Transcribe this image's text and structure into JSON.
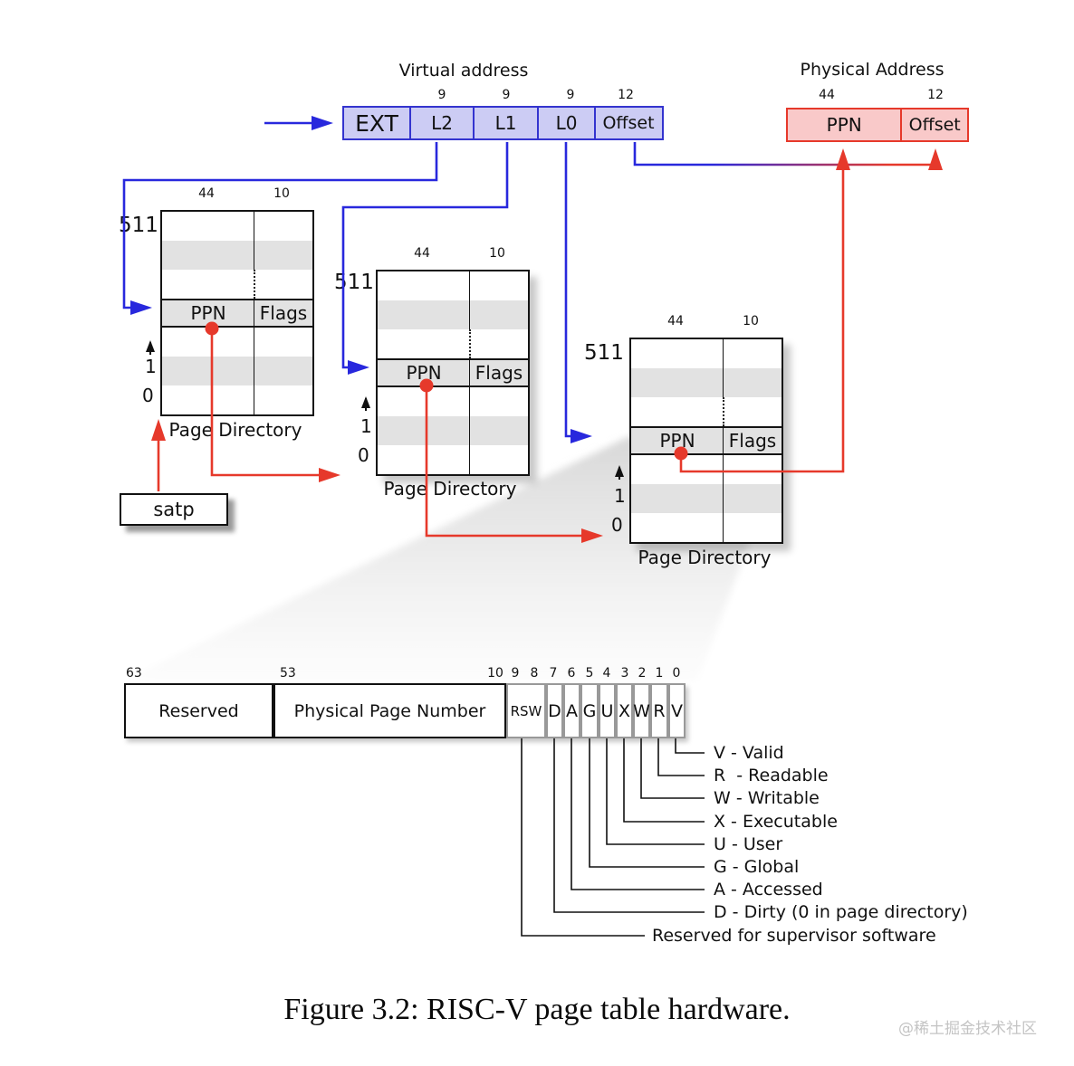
{
  "colors": {
    "blue": "#2828dd",
    "red": "#e6392b",
    "va_fill": "#ccccf4",
    "va_border": "#3434cf",
    "pa_fill": "#f9c9c9",
    "pa_border": "#e6392b",
    "stripe_gray": "#e2e2e2"
  },
  "virtual_address": {
    "title": "Virtual address",
    "segments": [
      {
        "label": "EXT",
        "bits": ""
      },
      {
        "label": "L2",
        "bits": "9"
      },
      {
        "label": "L1",
        "bits": "9"
      },
      {
        "label": "L0",
        "bits": "9"
      },
      {
        "label": "Offset",
        "bits": "12"
      }
    ]
  },
  "physical_address": {
    "title": "Physical Address",
    "segments": [
      {
        "label": "PPN",
        "bits": "44"
      },
      {
        "label": "Offset",
        "bits": "12"
      }
    ]
  },
  "page_tables": [
    {
      "col1_bits": "44",
      "col2_bits": "10",
      "top_index": "511",
      "entry_ppn": "PPN",
      "entry_flags": "Flags",
      "index_1": "1",
      "index_0": "0",
      "caption": "Page Directory"
    },
    {
      "col1_bits": "44",
      "col2_bits": "10",
      "top_index": "511",
      "entry_ppn": "PPN",
      "entry_flags": "Flags",
      "index_1": "1",
      "index_0": "0",
      "caption": "Page Directory"
    },
    {
      "col1_bits": "44",
      "col2_bits": "10",
      "top_index": "511",
      "entry_ppn": "PPN",
      "entry_flags": "Flags",
      "index_1": "1",
      "index_0": "0",
      "caption": "Page Directory"
    }
  ],
  "satp": {
    "label": "satp"
  },
  "pte_format": {
    "bit_positions": [
      "63",
      "53",
      "10",
      "9",
      "8",
      "7",
      "6",
      "5",
      "4",
      "3",
      "2",
      "1",
      "0"
    ],
    "fields": [
      {
        "label": "Reserved"
      },
      {
        "label": "Physical Page Number"
      },
      {
        "label": "RSW"
      },
      {
        "label": "D"
      },
      {
        "label": "A"
      },
      {
        "label": "G"
      },
      {
        "label": "U"
      },
      {
        "label": "X"
      },
      {
        "label": "W"
      },
      {
        "label": "R"
      },
      {
        "label": "V"
      }
    ]
  },
  "legend": {
    "items": [
      {
        "text": "V - Valid"
      },
      {
        "text": "R  - Readable"
      },
      {
        "text": "W - Writable"
      },
      {
        "text": "X - Executable"
      },
      {
        "text": "U - User"
      },
      {
        "text": "G - Global"
      },
      {
        "text": "A - Accessed"
      },
      {
        "text": "D - Dirty (0 in page directory)"
      },
      {
        "text": "Reserved for supervisor software"
      }
    ]
  },
  "figure_caption": "Figure 3.2: RISC-V page table hardware.",
  "watermark": "@稀土掘金技术社区"
}
